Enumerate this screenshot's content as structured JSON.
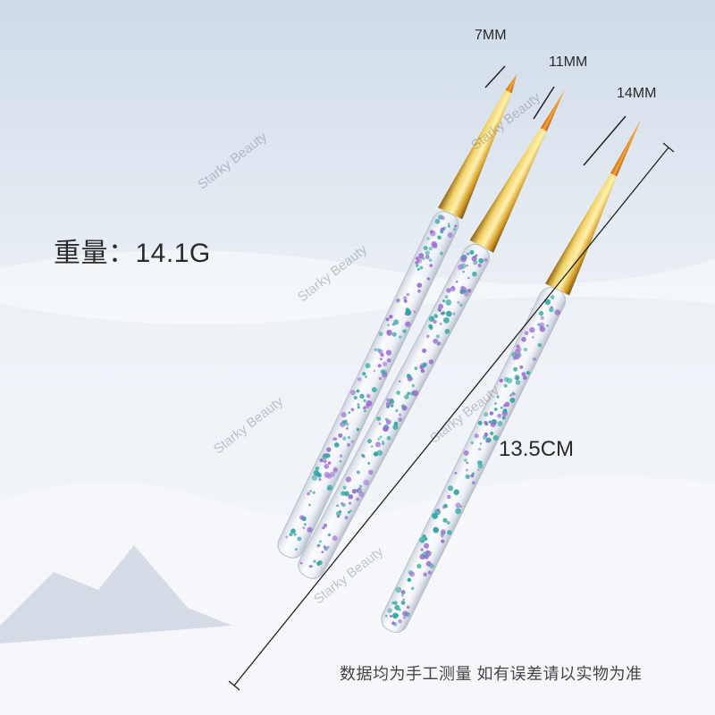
{
  "labels": {
    "weight": "重量：14.1G",
    "tip_lengths": [
      "7MM",
      "11MM",
      "14MM"
    ],
    "brush_length": "13.5CM",
    "note": "数据均为手工测量 如有误差请以实物为准"
  },
  "watermark": "Starky Beauty",
  "colors": {
    "ferrule_gold": "#d4a62a",
    "bristle_orange": "#e08a1a",
    "glitter_teal": "#2fa6a0",
    "glitter_purple": "#9a6bd0",
    "background_sky": "#dfe8f2"
  }
}
